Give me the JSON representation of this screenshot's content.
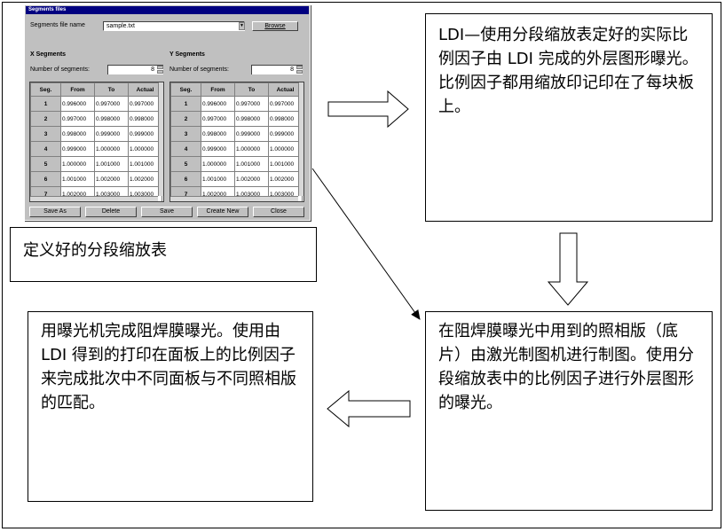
{
  "dialog": {
    "title": "Segments files",
    "file_label": "Segments file name",
    "file_value": "sample.txt",
    "browse": "Browse",
    "x_title": "X Segments",
    "y_title": "Y Segments",
    "num_label": "Number of  segments:",
    "x_count": "8",
    "y_count": "8",
    "headers": [
      "Seg.",
      "From",
      "To",
      "Actual"
    ],
    "x_rows": [
      [
        "1",
        "0.996000",
        "0.997000",
        "0.997000"
      ],
      [
        "2",
        "0.997000",
        "0.998000",
        "0.998000"
      ],
      [
        "3",
        "0.998000",
        "0.999000",
        "0.999000"
      ],
      [
        "4",
        "0.999000",
        "1.000000",
        "1.000000"
      ],
      [
        "5",
        "1.000000",
        "1.001000",
        "1.001000"
      ],
      [
        "6",
        "1.001000",
        "1.002000",
        "1.002000"
      ],
      [
        "7",
        "1.002000",
        "1.003000",
        "1.003000"
      ]
    ],
    "y_rows": [
      [
        "1",
        "0.996000",
        "0.997000",
        "0.997000"
      ],
      [
        "2",
        "0.997000",
        "0.998000",
        "0.998000"
      ],
      [
        "3",
        "0.998000",
        "0.999000",
        "0.999000"
      ],
      [
        "4",
        "0.999000",
        "1.000000",
        "1.000000"
      ],
      [
        "5",
        "1.000000",
        "1.001000",
        "1.001000"
      ],
      [
        "6",
        "1.001000",
        "1.002000",
        "1.002000"
      ],
      [
        "7",
        "1.002000",
        "1.003000",
        "1.003000"
      ]
    ],
    "buttons": [
      "Save As",
      "Delete",
      "Save",
      "Create New",
      "Close"
    ]
  },
  "caption": "定义好的分段缩放表",
  "box_ldi": "LDI—使用分段缩放表定好的实际比例因子由 LDI 完成的外层图形曝光。比例因子都用缩放印记印在了每块板上。",
  "box_phototool": "在阻焊膜曝光中用到的照相版（底片）由激光制图机进行制图。使用分段缩放表中的比例因子进行外层图形的曝光。",
  "box_soldermask": "用曝光机完成阻焊膜曝光。使用由 LDI 得到的打印在面板上的比例因子来完成批次中不同面板与不同照相版的匹配。"
}
